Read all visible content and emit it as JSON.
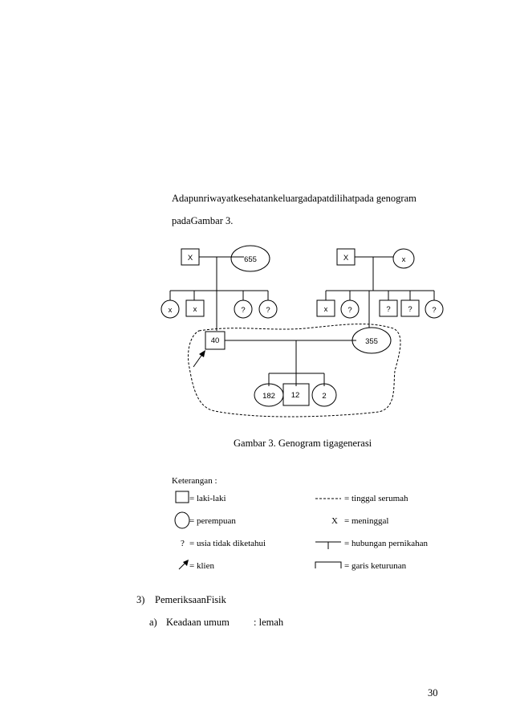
{
  "intro": {
    "line1": "Adapunriwayatkesehatankeluargadapatdilihatpada genogram",
    "line2": "padaGambar 3."
  },
  "genogram": {
    "paternal_grandfather": "X",
    "paternal_grandmother": "655",
    "maternal_grandfather": "X",
    "maternal_grandmother": "x",
    "paternal_siblings": [
      "x",
      "x",
      "?",
      "?"
    ],
    "maternal_siblings": [
      "x",
      "?",
      "?",
      "?",
      "?"
    ],
    "father": "40",
    "mother": "355",
    "children": [
      "182",
      "12",
      "2"
    ]
  },
  "caption": "Gambar 3. Genogram tigagenerasi",
  "legend": {
    "title": "Keterangan :",
    "male": "= laki-laki",
    "female": "= perempuan",
    "unknown_symbol": "?",
    "unknown": "= usia tidak diketahui",
    "client": "= klien",
    "same_house": "= tinggal serumah",
    "deceased_symbol": "X",
    "deceased": "= meninggal",
    "marriage": "= hubungan pernikahan",
    "descent": "= garis keturunan"
  },
  "section": {
    "number": "3)",
    "title": "PemeriksaanFisik"
  },
  "subsection": {
    "label": "a)",
    "title": "Keadaan umum",
    "value": ": lemah"
  },
  "page_number": "30"
}
